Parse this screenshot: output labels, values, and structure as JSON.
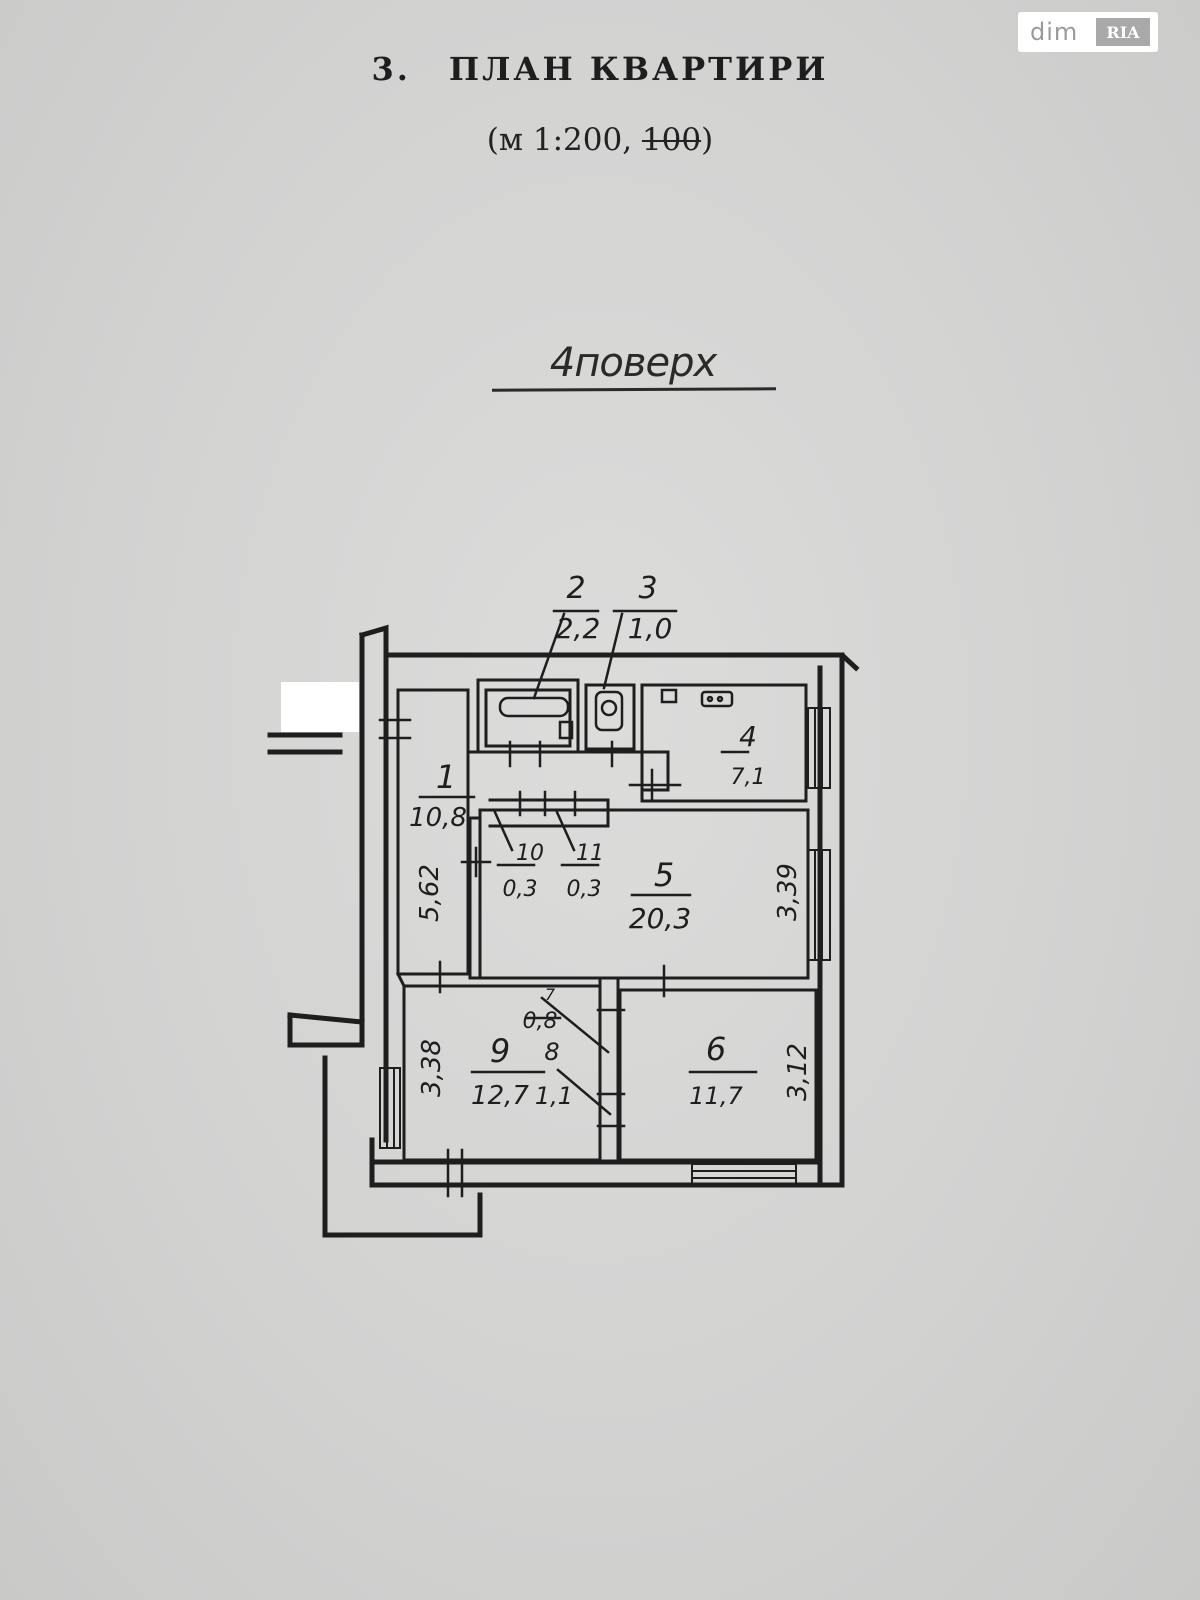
{
  "watermark": {
    "text": "dim",
    "logo": "RIA"
  },
  "header": {
    "section_number": "3.",
    "title": "ПЛАН КВАРТИРИ",
    "scale_open": "(м 1:200, ",
    "scale_struck": "100",
    "scale_close": ")"
  },
  "floor_label": "4поверх",
  "rooms": [
    {
      "number": "1",
      "area": "10,8"
    },
    {
      "number": "2",
      "area": "2,2"
    },
    {
      "number": "3",
      "area": "1,0"
    },
    {
      "number": "4",
      "area": "7,1"
    },
    {
      "number": "5",
      "area": "20,3"
    },
    {
      "number": "6",
      "area": "11,7"
    },
    {
      "number": "7",
      "area": "0,8"
    },
    {
      "number": "8",
      "area": "1,1"
    },
    {
      "number": "9",
      "area": "12,7"
    },
    {
      "number": "10",
      "area": "0,3"
    },
    {
      "number": "11",
      "area": "0,3"
    }
  ],
  "dimensions": [
    "5,62",
    "3,39",
    "3,38",
    "3,12"
  ],
  "colors": {
    "paper": "#d3d3d2",
    "ink": "#1e1e1e",
    "watermark_bg": "#ffffff",
    "watermark_text": "#9a9a9a"
  }
}
